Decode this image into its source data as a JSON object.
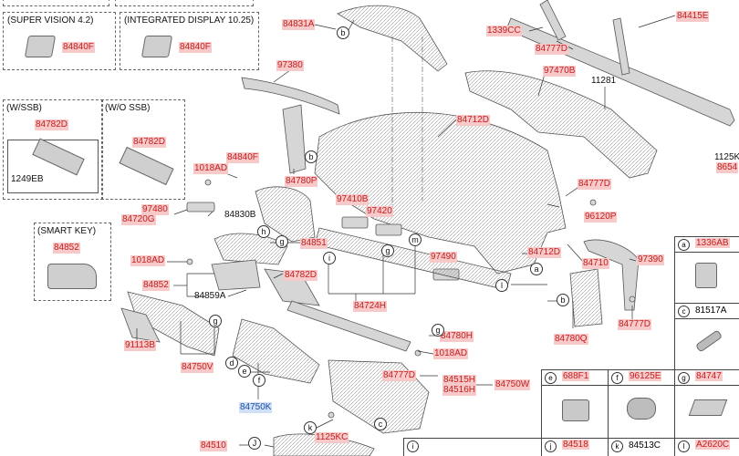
{
  "boxes": {
    "super_vision": {
      "title": "(SUPER VISION 4.2)",
      "part": "84840F"
    },
    "integrated": {
      "title": "(INTEGRATED DISPLAY 10.25)",
      "part": "84840F"
    },
    "wssb": {
      "title": "(W/SSB)",
      "part": "84782D",
      "sub": "1249EB"
    },
    "wossb": {
      "title": "(W/O SSB)",
      "part": "84782D"
    },
    "smartkey": {
      "title": "(SMART KEY)",
      "part": "84852"
    }
  },
  "labels": {
    "p84831A": "84831A",
    "p97380": "97380",
    "p1339CC": "1339CC",
    "p84777D_top": "84777D",
    "p84415E": "84415E",
    "p97470B": "97470B",
    "p11281": "11281",
    "p84712D": "84712D",
    "p1125K": "1125K",
    "p8654": "8654",
    "p84840F_mid": "84840F",
    "p1018AD_a": "1018AD",
    "p84780P": "84780P",
    "p97480": "97480",
    "p84720G": "84720G",
    "p84830B": "84830B",
    "p97410B": "97410B",
    "p97420": "97420",
    "p84851": "84851",
    "p1018AD_b": "1018AD",
    "p84852": "84852",
    "p84859A": "84859A",
    "p84782D_mid": "84782D",
    "p97490": "97490",
    "p84724H": "84724H",
    "p84777D_r": "84777D",
    "p96120P": "96120P",
    "p84712D_b": "84712D",
    "p84710": "84710",
    "p97390": "97390",
    "p84780Q": "84780Q",
    "p84777D_b": "84777D",
    "p91113B": "91113B",
    "p84750V": "84750V",
    "p84780H": "84780H",
    "p1018AD_c": "1018AD",
    "p84750K": "84750K",
    "p84777D_c": "84777D",
    "p84515H": "84515H",
    "p84516H": "84516H",
    "p84750W": "84750W",
    "p1125KC": "1125KC",
    "p84510": "84510"
  },
  "callouts": {
    "b1": "b",
    "b2": "b",
    "b3": "b",
    "h": "h",
    "g1": "g",
    "i": "i",
    "g2": "g",
    "m": "m",
    "a": "a",
    "l": "l",
    "g3": "g",
    "d": "d",
    "e": "e",
    "f": "f",
    "g4": "g",
    "c": "c",
    "k": "k",
    "J": "J"
  },
  "legend": {
    "a": {
      "letter": "a",
      "part": "1336AB"
    },
    "c": {
      "letter": "c",
      "part": "81517A"
    },
    "e": {
      "letter": "e",
      "part": "688F1"
    },
    "f": {
      "letter": "f",
      "part": "96125E"
    },
    "g": {
      "letter": "g",
      "part": "84747"
    },
    "i": {
      "letter": "i",
      "part": ""
    },
    "j": {
      "letter": "j",
      "part": "84518"
    },
    "k": {
      "letter": "k",
      "part": "84513C"
    },
    "l": {
      "letter": "l",
      "part": "A2620C"
    }
  },
  "colors": {
    "part_text": "#c41f1f",
    "part_bg": "#f7c9c9",
    "highlight_text": "#1e4fa8",
    "highlight_bg": "#cfe0f7"
  }
}
